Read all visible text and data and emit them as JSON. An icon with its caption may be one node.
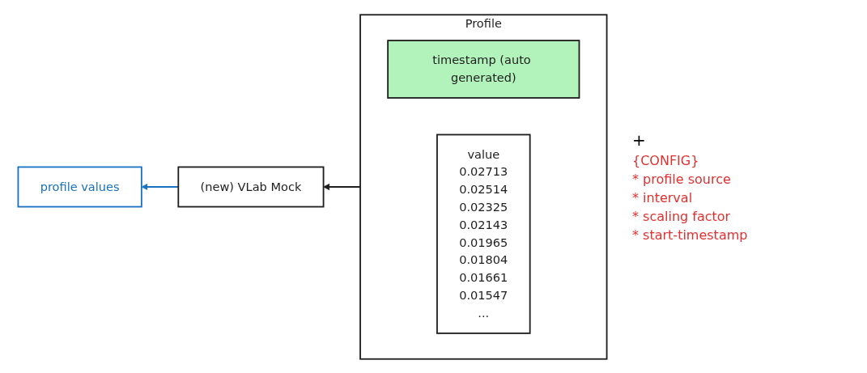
{
  "diagram": {
    "nodes": [
      {
        "text": [
          "profile values"
        ]
      },
      {
        "text": [
          "(new) VLab Mock"
        ]
      },
      {
        "text": [
          "Profile"
        ]
      },
      {
        "text": [
          "timestamp (auto generated)"
        ],
        "in": 2
      },
      {
        "text": [
          "value",
          "0.02713",
          "0.02514",
          "0.02325",
          "0.02143",
          "0.01965",
          "0.01804",
          "0.01661",
          "0.01547",
          "..."
        ],
        "in": 2
      }
    ],
    "edges": [
      {
        "from": 1,
        "to": 0,
        "arrow": "to",
        "color": "#1971c2"
      },
      {
        "from": 2,
        "to": 1,
        "arrow": "to",
        "color": "#1e1e1e"
      }
    ],
    "labels": [
      "+",
      "{CONFIG}",
      "* profile source",
      "* interval",
      "* scaling factor",
      "* start-timestamp"
    ]
  }
}
